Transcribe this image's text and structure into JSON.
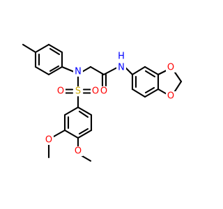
{
  "molecule": {
    "atoms": {
      "amide_o": {
        "symbol": "O",
        "color": "#ff0000"
      },
      "amide_nh": {
        "symbol": "H",
        "color": "#0000ff"
      },
      "amide_n": {
        "symbol": "N",
        "color": "#0000ff"
      },
      "sulfonamide_n": {
        "symbol": "N",
        "color": "#0000ff"
      },
      "sulfur": {
        "symbol": "S",
        "color": "#ccaa00"
      },
      "sulfonyl_o_left": {
        "symbol": "O",
        "color": "#ff0000"
      },
      "sulfonyl_o_right": {
        "symbol": "O",
        "color": "#ff0000"
      },
      "dioxole_o_top": {
        "symbol": "O",
        "color": "#ff0000"
      },
      "dioxole_o_bottom": {
        "symbol": "O",
        "color": "#ff0000"
      },
      "methoxy_o_3": {
        "symbol": "O",
        "color": "#ff0000"
      },
      "methoxy_o_4": {
        "symbol": "O",
        "color": "#ff0000"
      }
    },
    "colors": {
      "bond": "#000000",
      "oxygen": "#ff0000",
      "nitrogen": "#0000ff",
      "sulfur": "#ccaa00",
      "background": "#ffffff"
    }
  }
}
